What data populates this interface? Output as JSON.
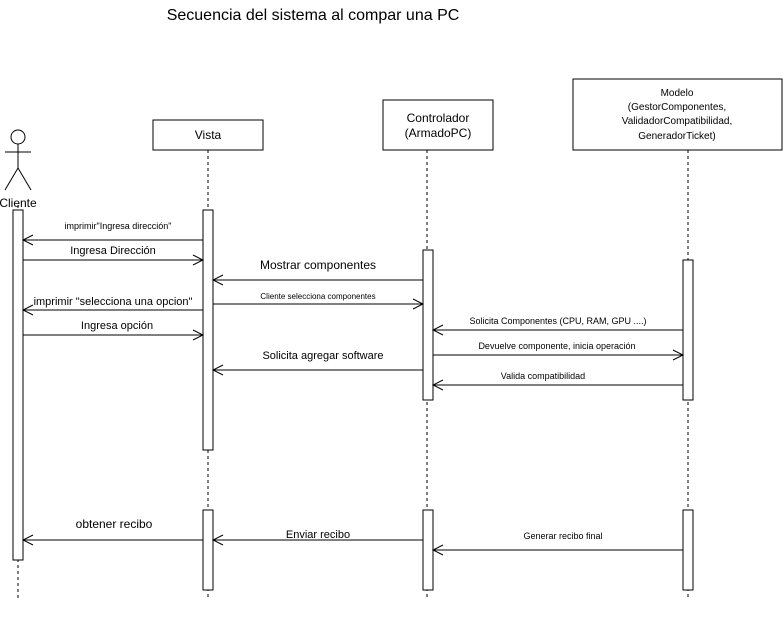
{
  "title": "Secuencia del sistema al compar una PC",
  "participants": {
    "cliente": {
      "label": "Cliente"
    },
    "vista": {
      "label": "Vista"
    },
    "controlador": {
      "lines": [
        "Controlador",
        "(ArmadoPC)"
      ]
    },
    "modelo": {
      "lines": [
        "Modelo",
        "(GestorComponentes,",
        "ValidadorCompatibilidad,",
        "GeneradorTicket)"
      ]
    }
  },
  "messages": [
    {
      "label": "imprimir\"Ingresa dirección\"",
      "from": "vista",
      "to": "cliente"
    },
    {
      "label": "Ingresa Dirección",
      "from": "cliente",
      "to": "vista"
    },
    {
      "label": "Mostrar componentes",
      "from": "controlador",
      "to": "vista"
    },
    {
      "label": "Cliente selecciona componentes",
      "from": "vista",
      "to": "controlador"
    },
    {
      "label": "imprimir \"selecciona una opcion\"",
      "from": "vista",
      "to": "cliente"
    },
    {
      "label": "Ingresa opción",
      "from": "cliente",
      "to": "vista"
    },
    {
      "label": "Solicita Componentes (CPU, RAM, GPU ....)",
      "from": "modelo",
      "to": "controlador"
    },
    {
      "label": "Devuelve componente, inicia operación",
      "from": "controlador",
      "to": "modelo"
    },
    {
      "label": "Solicita agregar software",
      "from": "controlador",
      "to": "vista"
    },
    {
      "label": "Valida compatibilidad",
      "from": "modelo",
      "to": "controlador"
    },
    {
      "label": "obtener recibo",
      "from": "vista",
      "to": "cliente"
    },
    {
      "label": "Enviar recibo",
      "from": "controlador",
      "to": "vista"
    },
    {
      "label": "Generar  recibo final",
      "from": "modelo",
      "to": "controlador"
    }
  ]
}
